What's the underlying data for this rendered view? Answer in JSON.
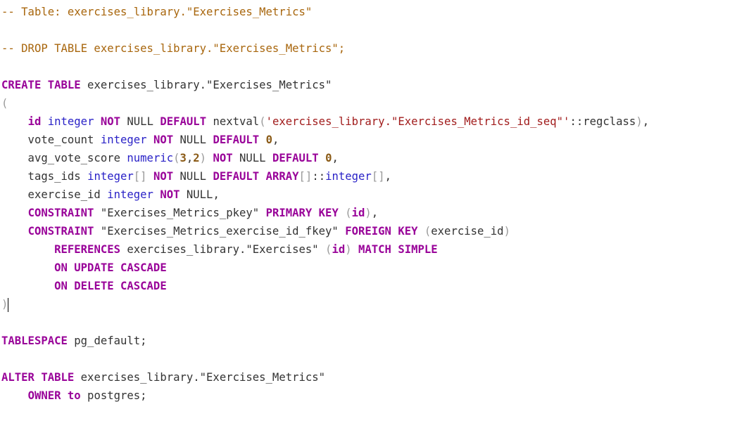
{
  "editor": {
    "language": "sql",
    "colors": {
      "comment": "#a8660d",
      "keyword": "#990399",
      "type": "#2a22c7",
      "string": "#a11c1c",
      "number": "#8b5b17",
      "bracket": "#9a9a9a",
      "plain": "#333333"
    },
    "cursor": {
      "line": 16,
      "after_text": "ON DELETE CASCADE"
    },
    "lines": [
      [
        {
          "t": "comment",
          "v": "-- Table: exercises_library.\"Exercises_Metrics\""
        }
      ],
      [],
      [
        {
          "t": "comment",
          "v": "-- DROP TABLE exercises_library.\"Exercises_Metrics\";"
        }
      ],
      [],
      [
        {
          "t": "keyword",
          "v": "CREATE TABLE"
        },
        {
          "t": "plain",
          "v": " exercises_library.\"Exercises_Metrics\""
        }
      ],
      [
        {
          "t": "bracket",
          "v": "("
        }
      ],
      [
        {
          "t": "plain",
          "v": "    "
        },
        {
          "t": "keyword",
          "v": "id"
        },
        {
          "t": "plain",
          "v": " "
        },
        {
          "t": "type",
          "v": "integer"
        },
        {
          "t": "plain",
          "v": " "
        },
        {
          "t": "keyword",
          "v": "NOT"
        },
        {
          "t": "plain",
          "v": " NULL "
        },
        {
          "t": "keyword",
          "v": "DEFAULT"
        },
        {
          "t": "plain",
          "v": " nextval"
        },
        {
          "t": "bracket",
          "v": "("
        },
        {
          "t": "string",
          "v": "'exercises_library.\"Exercises_Metrics_id_seq\"'"
        },
        {
          "t": "plain",
          "v": "::regclass"
        },
        {
          "t": "bracket",
          "v": ")"
        },
        {
          "t": "plain",
          "v": ","
        }
      ],
      [
        {
          "t": "plain",
          "v": "    vote_count "
        },
        {
          "t": "type",
          "v": "integer"
        },
        {
          "t": "plain",
          "v": " "
        },
        {
          "t": "keyword",
          "v": "NOT"
        },
        {
          "t": "plain",
          "v": " NULL "
        },
        {
          "t": "keyword",
          "v": "DEFAULT"
        },
        {
          "t": "plain",
          "v": " "
        },
        {
          "t": "number",
          "v": "0"
        },
        {
          "t": "plain",
          "v": ","
        }
      ],
      [
        {
          "t": "plain",
          "v": "    avg_vote_score "
        },
        {
          "t": "type",
          "v": "numeric"
        },
        {
          "t": "bracket",
          "v": "("
        },
        {
          "t": "number",
          "v": "3"
        },
        {
          "t": "plain",
          "v": ","
        },
        {
          "t": "number",
          "v": "2"
        },
        {
          "t": "bracket",
          "v": ")"
        },
        {
          "t": "plain",
          "v": " "
        },
        {
          "t": "keyword",
          "v": "NOT"
        },
        {
          "t": "plain",
          "v": " NULL "
        },
        {
          "t": "keyword",
          "v": "DEFAULT"
        },
        {
          "t": "plain",
          "v": " "
        },
        {
          "t": "number",
          "v": "0"
        },
        {
          "t": "plain",
          "v": ","
        }
      ],
      [
        {
          "t": "plain",
          "v": "    tags_ids "
        },
        {
          "t": "type",
          "v": "integer"
        },
        {
          "t": "bracket",
          "v": "[]"
        },
        {
          "t": "plain",
          "v": " "
        },
        {
          "t": "keyword",
          "v": "NOT"
        },
        {
          "t": "plain",
          "v": " NULL "
        },
        {
          "t": "keyword",
          "v": "DEFAULT"
        },
        {
          "t": "plain",
          "v": " "
        },
        {
          "t": "keyword",
          "v": "ARRAY"
        },
        {
          "t": "bracket",
          "v": "[]"
        },
        {
          "t": "plain",
          "v": "::"
        },
        {
          "t": "type",
          "v": "integer"
        },
        {
          "t": "bracket",
          "v": "[]"
        },
        {
          "t": "plain",
          "v": ","
        }
      ],
      [
        {
          "t": "plain",
          "v": "    exercise_id "
        },
        {
          "t": "type",
          "v": "integer"
        },
        {
          "t": "plain",
          "v": " "
        },
        {
          "t": "keyword",
          "v": "NOT"
        },
        {
          "t": "plain",
          "v": " NULL,"
        }
      ],
      [
        {
          "t": "plain",
          "v": "    "
        },
        {
          "t": "keyword",
          "v": "CONSTRAINT"
        },
        {
          "t": "plain",
          "v": " \"Exercises_Metrics_pkey\" "
        },
        {
          "t": "keyword",
          "v": "PRIMARY KEY"
        },
        {
          "t": "plain",
          "v": " "
        },
        {
          "t": "bracket",
          "v": "("
        },
        {
          "t": "keyword",
          "v": "id"
        },
        {
          "t": "bracket",
          "v": ")"
        },
        {
          "t": "plain",
          "v": ","
        }
      ],
      [
        {
          "t": "plain",
          "v": "    "
        },
        {
          "t": "keyword",
          "v": "CONSTRAINT"
        },
        {
          "t": "plain",
          "v": " \"Exercises_Metrics_exercise_id_fkey\" "
        },
        {
          "t": "keyword",
          "v": "FOREIGN KEY"
        },
        {
          "t": "plain",
          "v": " "
        },
        {
          "t": "bracket",
          "v": "("
        },
        {
          "t": "plain",
          "v": "exercise_id"
        },
        {
          "t": "bracket",
          "v": ")"
        }
      ],
      [
        {
          "t": "plain",
          "v": "        "
        },
        {
          "t": "keyword",
          "v": "REFERENCES"
        },
        {
          "t": "plain",
          "v": " exercises_library.\"Exercises\" "
        },
        {
          "t": "bracket",
          "v": "("
        },
        {
          "t": "keyword",
          "v": "id"
        },
        {
          "t": "bracket",
          "v": ")"
        },
        {
          "t": "plain",
          "v": " "
        },
        {
          "t": "keyword",
          "v": "MATCH SIMPLE"
        }
      ],
      [
        {
          "t": "plain",
          "v": "        "
        },
        {
          "t": "keyword",
          "v": "ON UPDATE CASCADE"
        }
      ],
      [
        {
          "t": "plain",
          "v": "        "
        },
        {
          "t": "keyword",
          "v": "ON DELETE CASCADE"
        }
      ],
      [
        {
          "t": "bracket",
          "v": ")"
        }
      ],
      [],
      [
        {
          "t": "keyword",
          "v": "TABLESPACE"
        },
        {
          "t": "plain",
          "v": " pg_default;"
        }
      ],
      [],
      [
        {
          "t": "keyword",
          "v": "ALTER TABLE"
        },
        {
          "t": "plain",
          "v": " exercises_library.\"Exercises_Metrics\""
        }
      ],
      [
        {
          "t": "plain",
          "v": "    "
        },
        {
          "t": "keyword",
          "v": "OWNER to"
        },
        {
          "t": "plain",
          "v": " postgres;"
        }
      ]
    ]
  }
}
